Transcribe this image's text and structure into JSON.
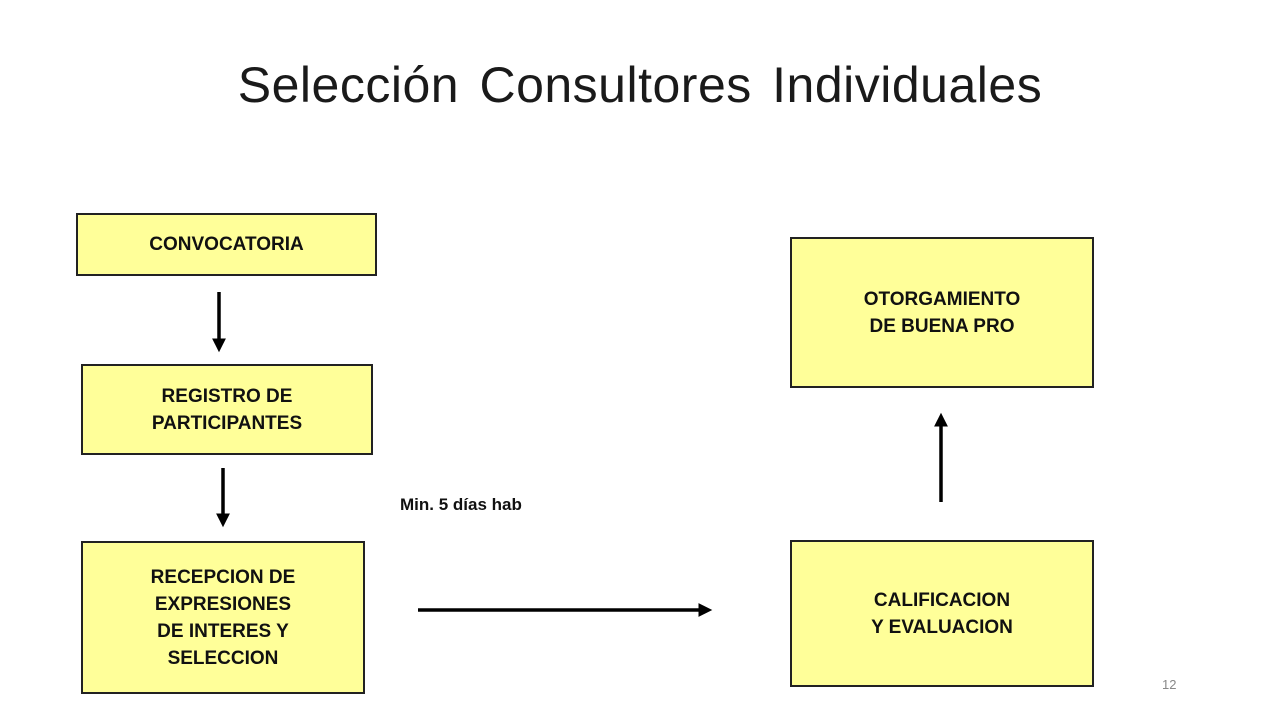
{
  "slide": {
    "title": "Selección Consultores Individuales",
    "page_number": "12"
  },
  "diagram": {
    "nodes": {
      "convocatoria": "CONVOCATORIA",
      "registro": "REGISTRO DE\nPARTICIPANTES",
      "recepcion": "RECEPCION DE\nEXPRESIONES\nDE INTERES Y\nSELECCION",
      "calificacion": "CALIFICACION\nY EVALUACION",
      "otorgamiento": "OTORGAMIENTO\nDE BUENA PRO"
    },
    "edges": [
      {
        "from": "convocatoria",
        "to": "registro",
        "label": ""
      },
      {
        "from": "registro",
        "to": "recepcion",
        "label": ""
      },
      {
        "from": "recepcion",
        "to": "calificacion",
        "label": "Min. 5 días hab"
      },
      {
        "from": "calificacion",
        "to": "otorgamiento",
        "label": ""
      }
    ],
    "box_fill": "#ffff99",
    "line_color": "#000000"
  }
}
